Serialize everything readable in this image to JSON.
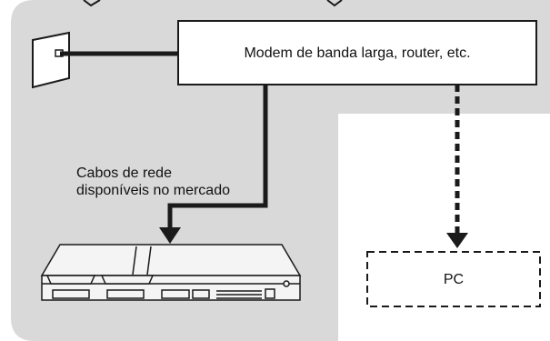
{
  "diagram": {
    "modem": {
      "label": "Modem de banda larga, router, etc."
    },
    "pc": {
      "label": "PC"
    },
    "cable": {
      "line1": "Cabos de rede",
      "line2": "disponíveis no mercado"
    }
  },
  "colors": {
    "panel": "#d9d9d9",
    "line": "#1a1a1a",
    "box_fill": "#ffffff"
  },
  "icons": [
    "wall-jack-icon",
    "game-console-icon"
  ]
}
